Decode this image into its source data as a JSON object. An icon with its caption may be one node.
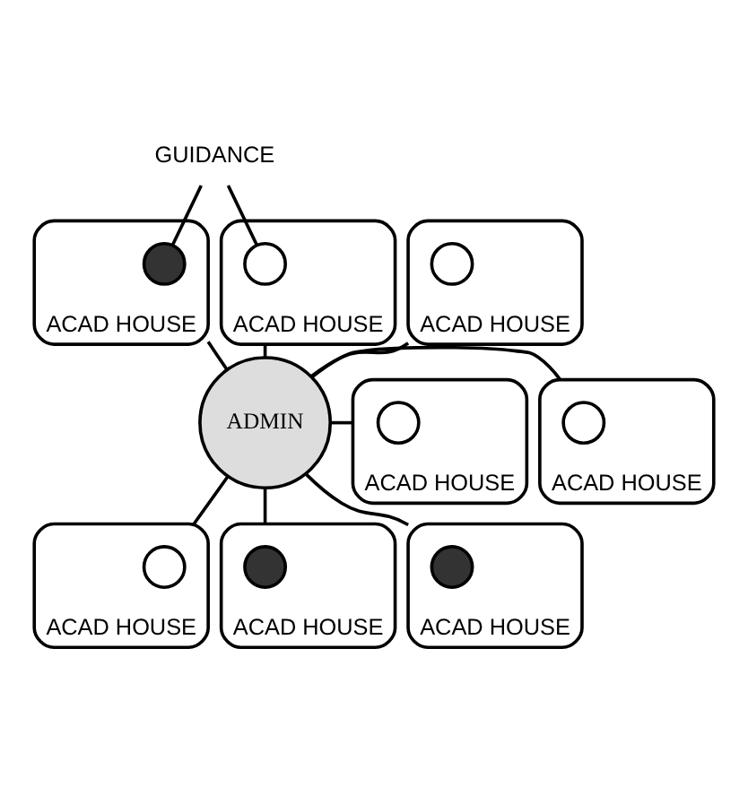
{
  "diagram": {
    "nodes": [
      {
        "text": [
          "GUIDANCE"
        ]
      },
      {
        "text": [
          "ACAD HOUSE"
        ]
      },
      {
        "text": [],
        "shape": "circle",
        "in": 1
      },
      {
        "text": [
          "ACAD HOUSE"
        ]
      },
      {
        "text": [],
        "shape": "circle",
        "in": 3
      },
      {
        "text": [
          "ACAD HOUSE"
        ]
      },
      {
        "text": [],
        "shape": "circle",
        "in": 5
      },
      {
        "text": [
          "ACAD HOUSE"
        ]
      },
      {
        "text": [],
        "shape": "circle",
        "in": 7
      },
      {
        "text": [
          "ADMIN"
        ]
      },
      {
        "text": [
          "ACAD HOUSE"
        ]
      },
      {
        "text": [],
        "shape": "circle",
        "in": 10
      },
      {
        "text": [
          "ACAD HOUSE"
        ]
      },
      {
        "text": [],
        "shape": "circle",
        "in": 12
      },
      {
        "text": [
          "ACAD HOUSE"
        ]
      },
      {
        "text": [],
        "shape": "circle",
        "in": 14
      },
      {
        "text": [
          "ACAD HOUSE"
        ]
      },
      {
        "text": [],
        "shape": "circle",
        "in": 16
      }
    ],
    "edges": [
      {
        "from": 0,
        "to": 2,
        "arrow": "none"
      },
      {
        "from": 0,
        "to": 6,
        "arrow": "none"
      },
      {
        "from": 1,
        "to": 9,
        "arrow": "none"
      },
      {
        "from": 3,
        "to": 9,
        "arrow": "none"
      },
      {
        "from": 5,
        "to": 9,
        "arrow": "none"
      },
      {
        "from": 7,
        "to": 9,
        "arrow": "none"
      },
      {
        "from": 9,
        "to": 10,
        "arrow": "none"
      },
      {
        "from": 9,
        "to": 12,
        "arrow": "none"
      },
      {
        "from": 9,
        "to": 16,
        "arrow": "none"
      },
      {
        "from": 9,
        "to": 14,
        "arrow": "none"
      }
    ]
  }
}
